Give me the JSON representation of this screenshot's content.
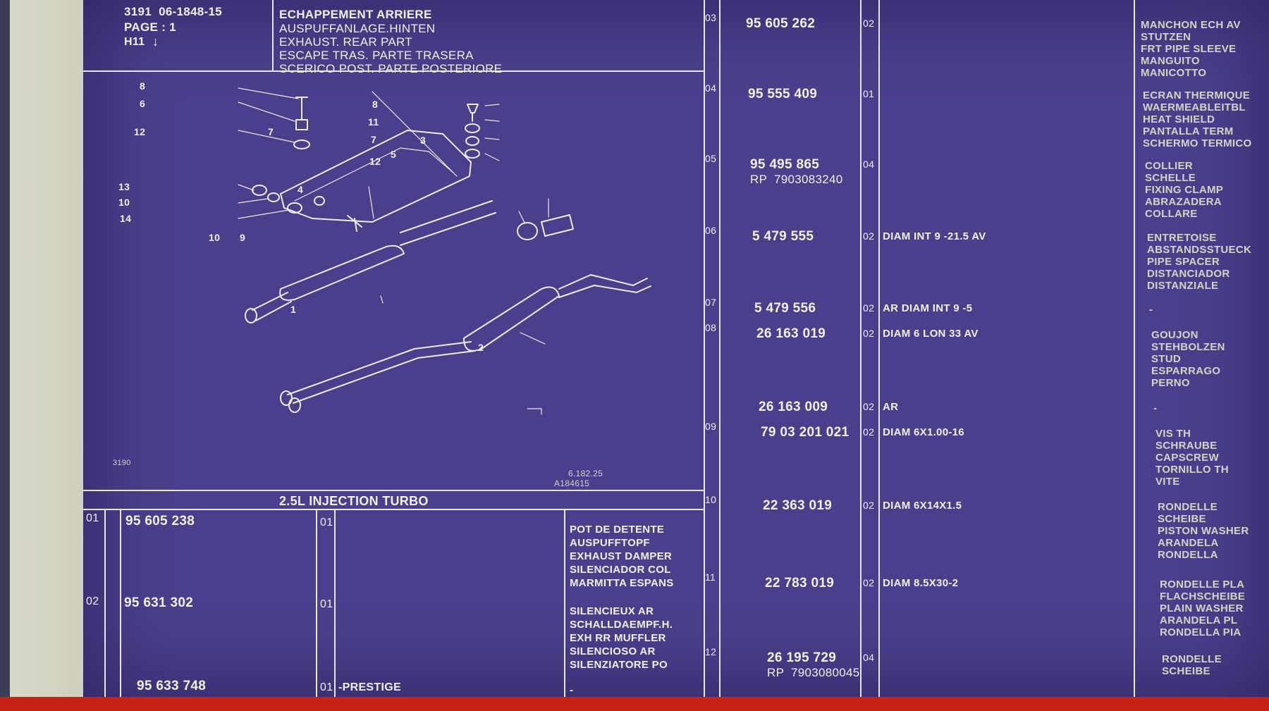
{
  "header": {
    "code": "3191  06-1848-15",
    "page": "PAGE : 1",
    "ref": "H11",
    "title_fr": "ECHAPPEMENT ARRIERE",
    "title_de": "AUSPUFFANLAGE.HINTEN",
    "title_en": "EXHAUST. REAR PART",
    "title_es": "ESCAPE TRAS. PARTE TRASERA",
    "title_it": "SCERICO POST. PARTE POSTERIORE"
  },
  "drawing": {
    "callouts": [
      "8",
      "6",
      "12",
      "13",
      "10",
      "14",
      "10",
      "9",
      "4",
      "7",
      "8",
      "11",
      "7",
      "12",
      "5",
      "3",
      "1",
      "2"
    ],
    "code_left": "3190",
    "code_right": "6.182.25",
    "code_ref": "A184615"
  },
  "variant_label": "2.5L INJECTION TURBO",
  "left_rows": [
    {
      "pos": "01",
      "part": "95 605 238",
      "qty": "01",
      "note": "",
      "desc": [
        "POT DE DETENTE",
        "AUSPUFFTOPF",
        "EXHAUST DAMPER",
        "SILENCIADOR COL",
        "MARMITTA ESPANS"
      ]
    },
    {
      "pos": "02",
      "part": "95 631 302",
      "qty": "01",
      "note": "",
      "desc": [
        "SILENCIEUX AR",
        "SCHALLDAEMPF.H.",
        "EXH RR MUFFLER",
        "SILENCIOSO AR",
        "SILENZIATORE PO"
      ]
    },
    {
      "pos": "",
      "part": "95 633 748",
      "qty": "01",
      "note": "-PRESTIGE",
      "desc": [
        "-"
      ]
    }
  ],
  "right_rows": [
    {
      "pos": "03",
      "part": "95 605 262",
      "rp": "",
      "qty": "02",
      "note": "",
      "desc": [
        "MANCHON ECH AV",
        "STUTZEN",
        "FRT PIPE SLEEVE",
        "MANGUITO",
        "MANICOTTO"
      ]
    },
    {
      "pos": "04",
      "part": "95 555 409",
      "rp": "",
      "qty": "01",
      "note": "",
      "desc": [
        "ECRAN THERMIQUE",
        "WAERMEABLEITBL",
        "HEAT SHIELD",
        "PANTALLA TERM",
        "SCHERMO TERMICO"
      ]
    },
    {
      "pos": "05",
      "part": "95 495 865",
      "rp": "RP  7903083240",
      "qty": "04",
      "note": "",
      "desc": [
        "COLLIER",
        "SCHELLE",
        "FIXING CLAMP",
        "ABRAZADERA",
        "COLLARE"
      ]
    },
    {
      "pos": "06",
      "part": "5 479 555",
      "rp": "",
      "qty": "02",
      "note": "DIAM INT 9 -21.5 AV",
      "desc": [
        "ENTRETOISE",
        "ABSTANDSSTUECK",
        "PIPE SPACER",
        "DISTANCIADOR",
        "DISTANZIALE"
      ]
    },
    {
      "pos": "07",
      "part": "5 479 556",
      "rp": "",
      "qty": "02",
      "note": "AR DIAM INT 9 -5",
      "desc": [
        "-"
      ]
    },
    {
      "pos": "08",
      "part": "26 163 019",
      "rp": "",
      "qty": "02",
      "note": "DIAM 6 LON 33 AV",
      "desc": [
        "GOUJON",
        "STEHBOLZEN",
        "STUD",
        "ESPARRAGO",
        "PERNO"
      ]
    },
    {
      "pos": "",
      "part": "26 163 009",
      "rp": "",
      "qty": "02",
      "note": "AR",
      "desc": [
        "-"
      ]
    },
    {
      "pos": "09",
      "part": "79 03 201 021",
      "rp": "",
      "qty": "02",
      "note": "DIAM 6X1.00-16",
      "desc": [
        "VIS TH",
        "SCHRAUBE",
        "CAPSCREW",
        "TORNILLO TH",
        "VITE"
      ]
    },
    {
      "pos": "10",
      "part": "22 363 019",
      "rp": "",
      "qty": "02",
      "note": "DIAM 6X14X1.5",
      "desc": [
        "RONDELLE",
        "SCHEIBE",
        "PISTON WASHER",
        "ARANDELA",
        "RONDELLA"
      ]
    },
    {
      "pos": "11",
      "part": "22 783 019",
      "rp": "",
      "qty": "02",
      "note": "DIAM 8.5X30-2",
      "desc": [
        "RONDELLE PLA",
        "FLACHSCHEIBE",
        "PLAIN WASHER",
        "ARANDELA PL",
        "RONDELLA PIA"
      ]
    },
    {
      "pos": "12",
      "part": "26 195 729",
      "rp": "RP  7903080045",
      "qty": "04",
      "note": "",
      "desc": [
        "RONDELLE",
        "SCHEIBE"
      ]
    }
  ]
}
